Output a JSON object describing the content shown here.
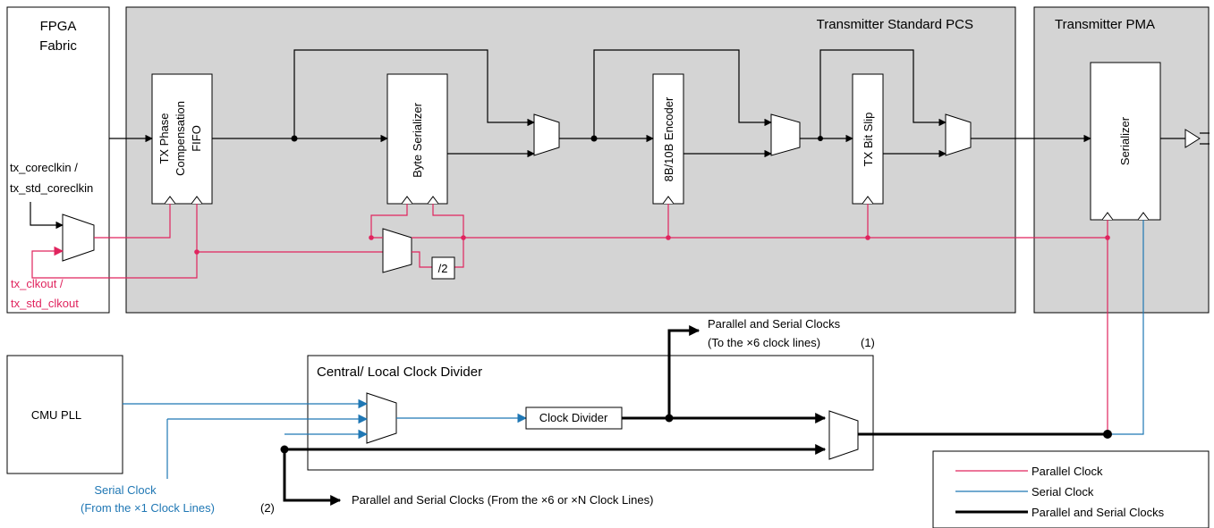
{
  "colors": {
    "parallel_clock": "#e0245e",
    "serial_clock": "#1f77b4",
    "parallel_serial_clocks": "#000000",
    "pcs_fill": "#d4d4d4"
  },
  "regions": {
    "fpga_fabric_line1": "FPGA",
    "fpga_fabric_line2": "Fabric",
    "pcs_title": "Transmitter Standard PCS",
    "pma_title": "Transmitter PMA",
    "clock_divider_title": "Central/ Local Clock Divider"
  },
  "blocks": {
    "tx_phase_line1": "TX Phase",
    "tx_phase_line2": "Compensation",
    "tx_phase_line3": "FIFO",
    "byte_serializer": "Byte Serializer",
    "encoder": "8B/10B Encoder",
    "bit_slip": "TX Bit Slip",
    "serializer": "Serializer",
    "div2": "/2",
    "cmu_pll": "CMU PLL",
    "clock_divider": "Clock Divider"
  },
  "signals": {
    "coreclkin_line1": "tx_coreclkin /",
    "coreclkin_line2": "tx_std_coreclkin",
    "clkout_line1": "tx_clkout /",
    "clkout_line2": "tx_std_clkout",
    "to_x6_line1": "Parallel and Serial Clocks",
    "to_x6_line2": "(To the ×6 clock lines)",
    "note1": "(1)",
    "serial_from_x1_line1": "Serial Clock",
    "serial_from_x1_line2": "(From the ×1 Clock Lines)",
    "note2": "(2)",
    "from_x6_xn": "Parallel and Serial Clocks (From the ×6 or ×N Clock Lines)"
  },
  "legend": [
    {
      "label": "Parallel Clock",
      "color": "#e0245e",
      "style": "thin"
    },
    {
      "label": "Serial Clock",
      "color": "#1f77b4",
      "style": "thin"
    },
    {
      "label": "Parallel and Serial Clocks",
      "color": "#000000",
      "style": "thick"
    }
  ]
}
